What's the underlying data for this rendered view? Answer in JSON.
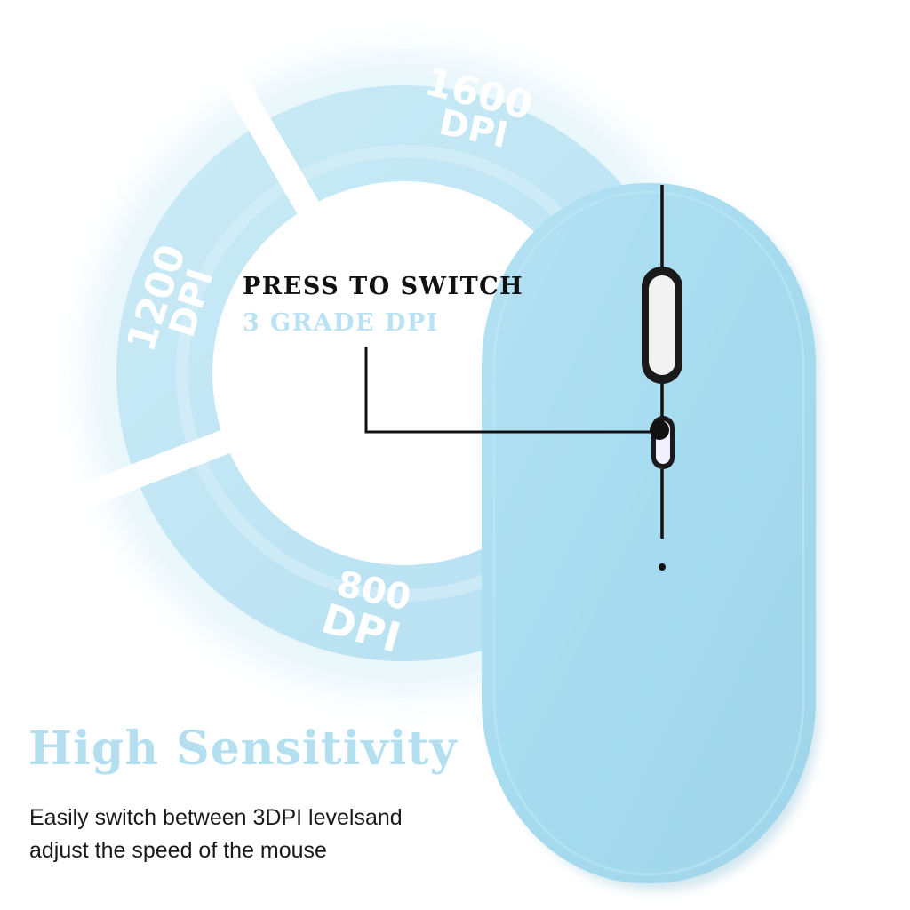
{
  "colors": {
    "ring": "#c1e6f3",
    "ring_glow": "#dff3fa",
    "mouse_body": "#a6dbef",
    "mouse_shadow": "#8fcbe3",
    "callout_dark": "#111111",
    "callout_light": "#b9e2f2",
    "headline": "#b3dff0"
  },
  "dpi_ring": {
    "segments": [
      {
        "value": "1600",
        "unit": "DPI"
      },
      {
        "value": "1200",
        "unit": "DPI"
      },
      {
        "value": "800",
        "unit": "DPI"
      }
    ]
  },
  "callout": {
    "line1": "PRESS TO SWITCH",
    "line2": "3 GRADE DPI"
  },
  "feature": {
    "headline": "High Sensitivity",
    "description_lines": [
      "Easily switch between 3DPI levelsand",
      "adjust the speed of the mouse"
    ]
  },
  "icons": {
    "mouse": "wireless-mouse-icon",
    "scroll_wheel": "scroll-wheel-icon",
    "dpi_button": "dpi-button-icon"
  }
}
